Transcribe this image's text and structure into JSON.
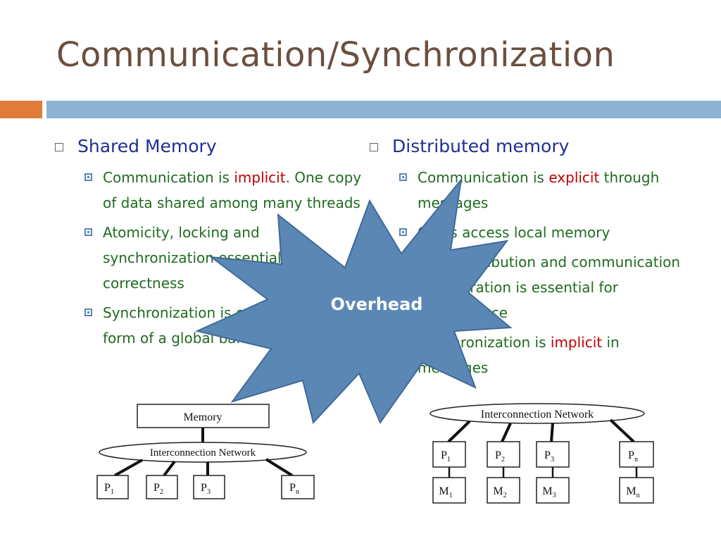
{
  "title": "Communication/Synchronization",
  "colors": {
    "title": "#6b4f3f",
    "accent_orange": "#e07b3c",
    "accent_blue": "#8eb4d4",
    "burst": "#5b87b5",
    "emphasis": "#c00000",
    "body_text": "#1f6b1f",
    "heading_text": "#1f2f8f"
  },
  "shared": {
    "heading": "Shared Memory",
    "items": [
      {
        "pre": "Communication is ",
        "em": "implicit",
        "post": ". One copy of data shared among many threads"
      },
      {
        "text": "Atomicity, locking and synchronization essential for correctness"
      },
      {
        "text": "Synchronization is explicit in the form of a global barrier"
      }
    ],
    "diagram": {
      "memory": "Memory",
      "network": "Interconnection Network",
      "procs": [
        {
          "base": "P",
          "sub": "1"
        },
        {
          "base": "P",
          "sub": "2"
        },
        {
          "base": "P",
          "sub": "3"
        },
        {
          "base": "P",
          "sub": "n"
        }
      ]
    }
  },
  "distributed": {
    "heading": "Distributed memory",
    "items": [
      {
        "pre": "Communication is ",
        "em": "explicit",
        "post": " through messages"
      },
      {
        "text": "Cores access local memory"
      },
      {
        "text": "Data distribution and communication orchestration is essential for performance"
      },
      {
        "pre": "Synchronization is ",
        "em": "implicit",
        "post": " in messages"
      }
    ],
    "diagram": {
      "network": "Interconnection Network",
      "procs": [
        {
          "base": "P",
          "sub": "1"
        },
        {
          "base": "P",
          "sub": "2"
        },
        {
          "base": "P",
          "sub": "3"
        },
        {
          "base": "P",
          "sub": "n"
        }
      ],
      "mems": [
        {
          "base": "M",
          "sub": "1"
        },
        {
          "base": "M",
          "sub": "2"
        },
        {
          "base": "M",
          "sub": "3"
        },
        {
          "base": "M",
          "sub": "n"
        }
      ]
    }
  },
  "callout": {
    "label": "Overhead",
    "icon": "starburst-shape"
  }
}
